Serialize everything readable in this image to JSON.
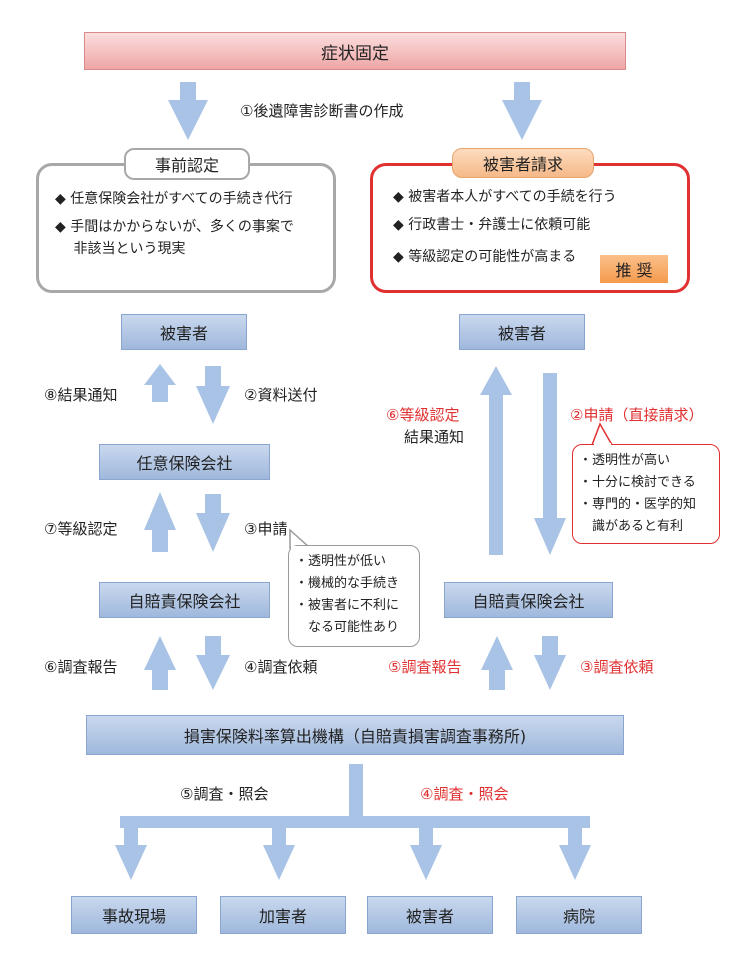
{
  "colors": {
    "arrow": "#a9c3e6",
    "red": "#e03030",
    "gray": "#9a9a9a",
    "topbar": "#f2b4b4",
    "badge": "#f5a25a"
  },
  "top": {
    "title": "症状固定",
    "step1": "①後遺障害診断書の作成"
  },
  "left": {
    "tag": "事前認定",
    "items": [
      "◆ 任意保険会社がすべての手続き代行",
      "◆ 手間はかからないが、多くの事案で",
      "　 非該当という現実"
    ],
    "victim": "被害者",
    "insurer": "任意保険会社",
    "jibaiseki": "自賠責保険会社",
    "labels": {
      "s8": "⑧結果通知",
      "s2": "②資料送付",
      "s7": "⑦等級認定",
      "s3": "③申請",
      "s6": "⑥調査報告",
      "s4": "④調査依頼"
    },
    "callout": [
      "・透明性が低い",
      "・機械的な手続き",
      "・被害者に不利に",
      "　なる可能性あり"
    ]
  },
  "right": {
    "tag": "被害者請求",
    "items": [
      "◆ 被害者本人がすべての手続を行う",
      "◆ 行政書士・弁護士に依頼可能",
      "◆ 等級認定の可能性が高まる"
    ],
    "badge": "推 奨",
    "victim": "被害者",
    "jibaiseki": "自賠責保険会社",
    "labels": {
      "s6a": "⑥等級認定",
      "s6b": "結果通知",
      "s2": "②申請（直接請求）",
      "s5": "⑤調査報告",
      "s3": "③調査依頼"
    },
    "callout": [
      "・透明性が高い",
      "・十分に検討できる",
      "・専門的・医学的知",
      "　識があると有利"
    ]
  },
  "bottom": {
    "org": "損害保険料率算出機構（自賠責損害調査事務所)",
    "s5": "⑤調査・照会",
    "s4": "④調査・照会",
    "targets": [
      "事故現場",
      "加害者",
      "被害者",
      "病院"
    ]
  }
}
